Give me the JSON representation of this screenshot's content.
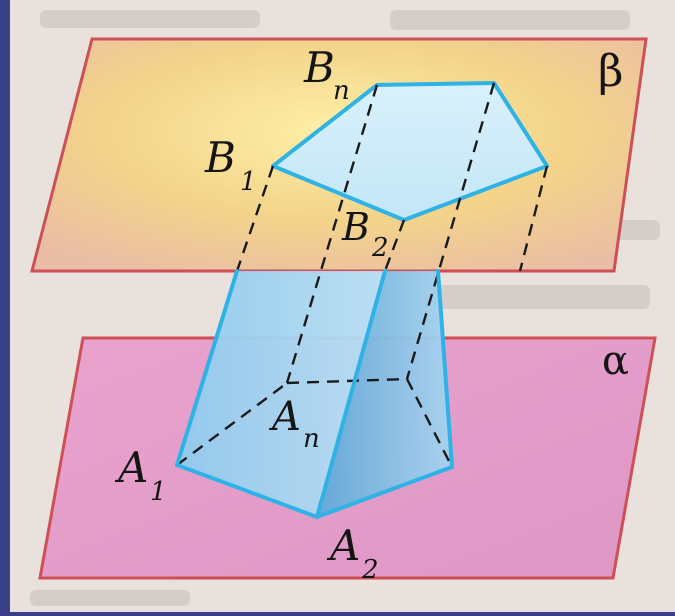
{
  "colors": {
    "frame": "#3a3f8c",
    "paper": "#e9e2dc",
    "plane_beta": "#f6d98f",
    "plane_alpha": "#e7a9cf",
    "prism_edge": "#2fb2e6",
    "face": "#9fd3ef"
  },
  "planes": {
    "beta_label": "β",
    "alpha_label": "α"
  },
  "vertices": {
    "b1": "B",
    "b1_sub": "1",
    "bn": "B",
    "bn_sub": "n",
    "b2": "B",
    "b2_sub": "2",
    "a1": "A",
    "a1_sub": "1",
    "an": "A",
    "an_sub": "n",
    "a2": "A",
    "a2_sub": "2"
  }
}
